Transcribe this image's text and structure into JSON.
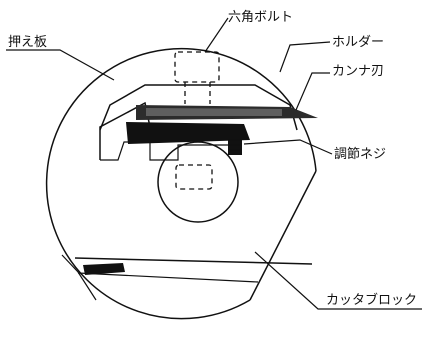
{
  "labels": {
    "hex_bolt": "六角ボルト",
    "press_plate": "押え板",
    "holder": "ホルダー",
    "blade": "カンナ刃",
    "adjust_screw": "調節ネジ",
    "cutter_block": "カッタブロック"
  },
  "colors": {
    "ink": "#111111",
    "paper": "#ffffff"
  }
}
